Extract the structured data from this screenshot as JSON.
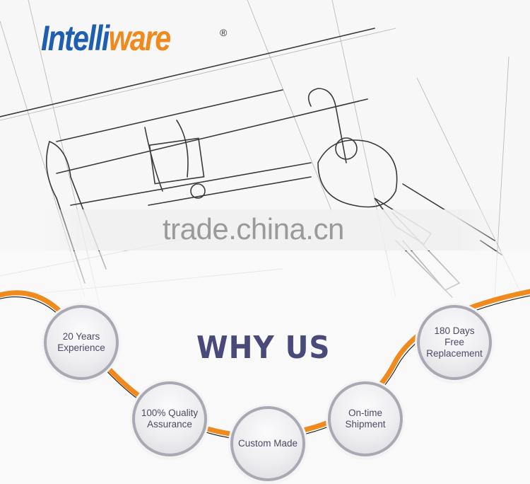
{
  "brand": {
    "logo_part1": "Intelli",
    "logo_part2": "ware",
    "registered": "®",
    "colors": {
      "blue": "#1f5fb0",
      "orange": "#f08a1c"
    }
  },
  "hero": {
    "illustration": "lock-cylinder-with-keys-sketch",
    "watermark": "trade.china.cn"
  },
  "section": {
    "title": "WHY US",
    "title_color": "#4a4a7a",
    "arc_color": "#f08a1c"
  },
  "features": [
    {
      "label": "20 Years\nExperience"
    },
    {
      "label": "100% Quality\nAssurance"
    },
    {
      "label": "Custom Made"
    },
    {
      "label": "On-time\nShipment"
    },
    {
      "label": "180 Days\nFree\nReplacement"
    }
  ]
}
